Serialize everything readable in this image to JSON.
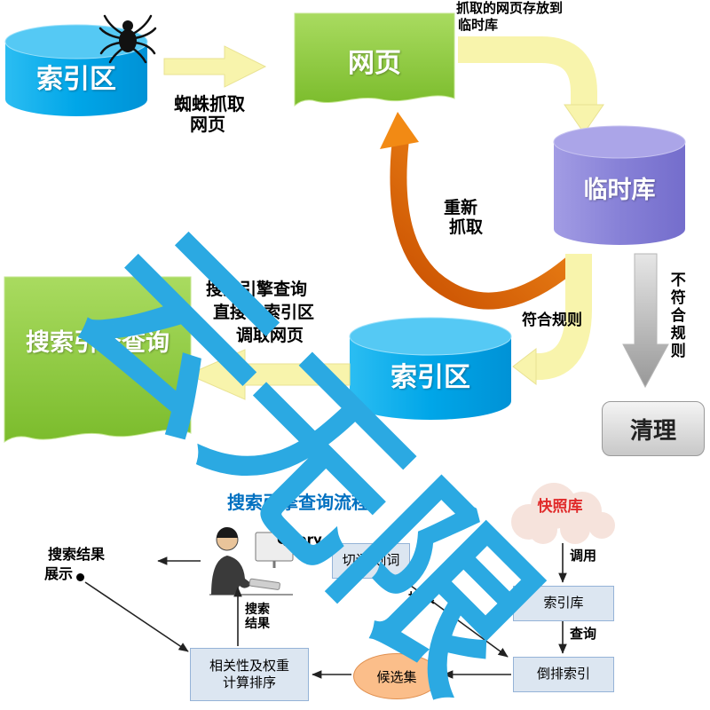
{
  "watermark": {
    "text": "云无限"
  },
  "colors": {
    "watermark": "#2BA9E2",
    "snapshot_text": "#E02B2B",
    "title": "#0070C0",
    "accent_blue": "#00A6E8",
    "accent_purple": "#8781D7",
    "accent_green": "#8CC63F"
  },
  "top_flow": {
    "index_db_1": "索引区",
    "crawl_label_1": "蜘蛛抓取",
    "crawl_label_2": "网页",
    "webpage": "网页",
    "store_note_1": "抓取的网页存放到",
    "store_note_2": "临时库",
    "temp_db": "临时库",
    "recrawl_1": "重新",
    "recrawl_2": "抓取",
    "rule_pass": "符合规则",
    "rule_fail": "不符合规则",
    "clean": "清理",
    "index_db_2": "索引区",
    "query_note_1": "搜索引擎查询",
    "query_note_2": "直接在索引区",
    "query_note_3": "调取网页",
    "query_page": "搜索引擎查询"
  },
  "bottom_flow": {
    "title": "搜索引擎查询流程",
    "query": "Query",
    "segment_box": "切词 划词",
    "snapshot_cloud": "快照库",
    "call_label": "调用",
    "index_store": "索引库",
    "query_label": "查询",
    "inverted_index": "倒排索引",
    "retrieve_label": "检索",
    "candidate": "候选集",
    "rank_line_1": "相关性及权重",
    "rank_line_2": "计算排序",
    "return_1": "搜索",
    "return_2": "结果",
    "user_result_1": "搜索结果",
    "user_result_2": "展示"
  }
}
